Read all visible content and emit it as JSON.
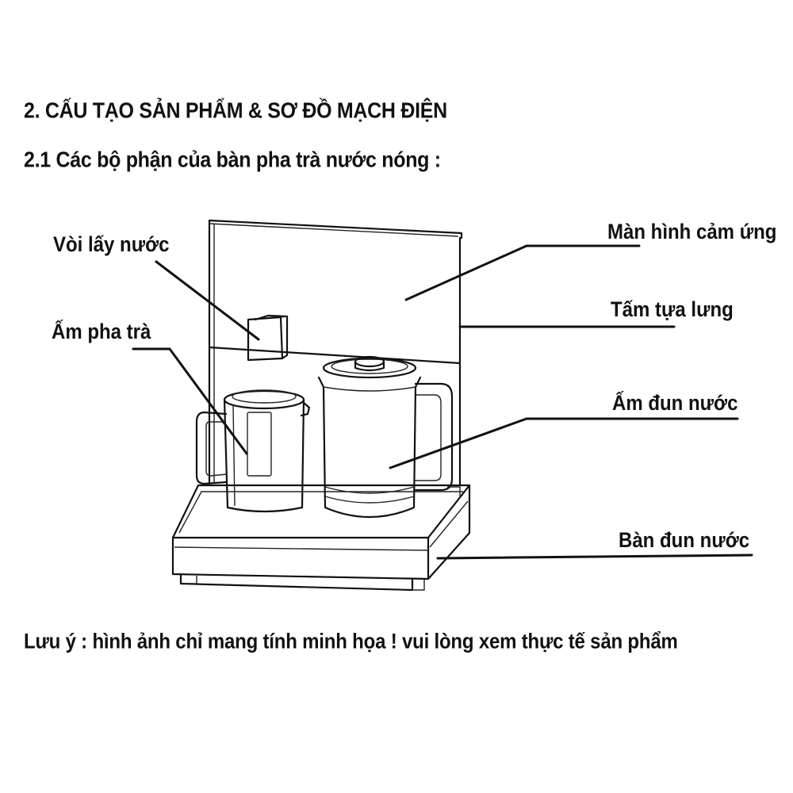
{
  "header": {
    "section_title": "2. CẤU TẠO SẢN PHẨM & SƠ ĐỒ MẠCH ĐIỆN",
    "subsection_title": "2.1 Các bộ phận của bàn pha trà nước nóng :"
  },
  "diagram": {
    "labels": {
      "tap": "Vòi lấy nước",
      "teapot": "Ấm pha trà",
      "screen": "Màn hình cảm ứng",
      "backrest": "Tấm tựa lưng",
      "kettle": "Ấm đun nước",
      "base": "Bàn đun nước"
    }
  },
  "footer": {
    "note": "Lưu ý : hình ảnh chỉ mang tính minh họa ! vui lòng xem thực tế sản phẩm"
  }
}
